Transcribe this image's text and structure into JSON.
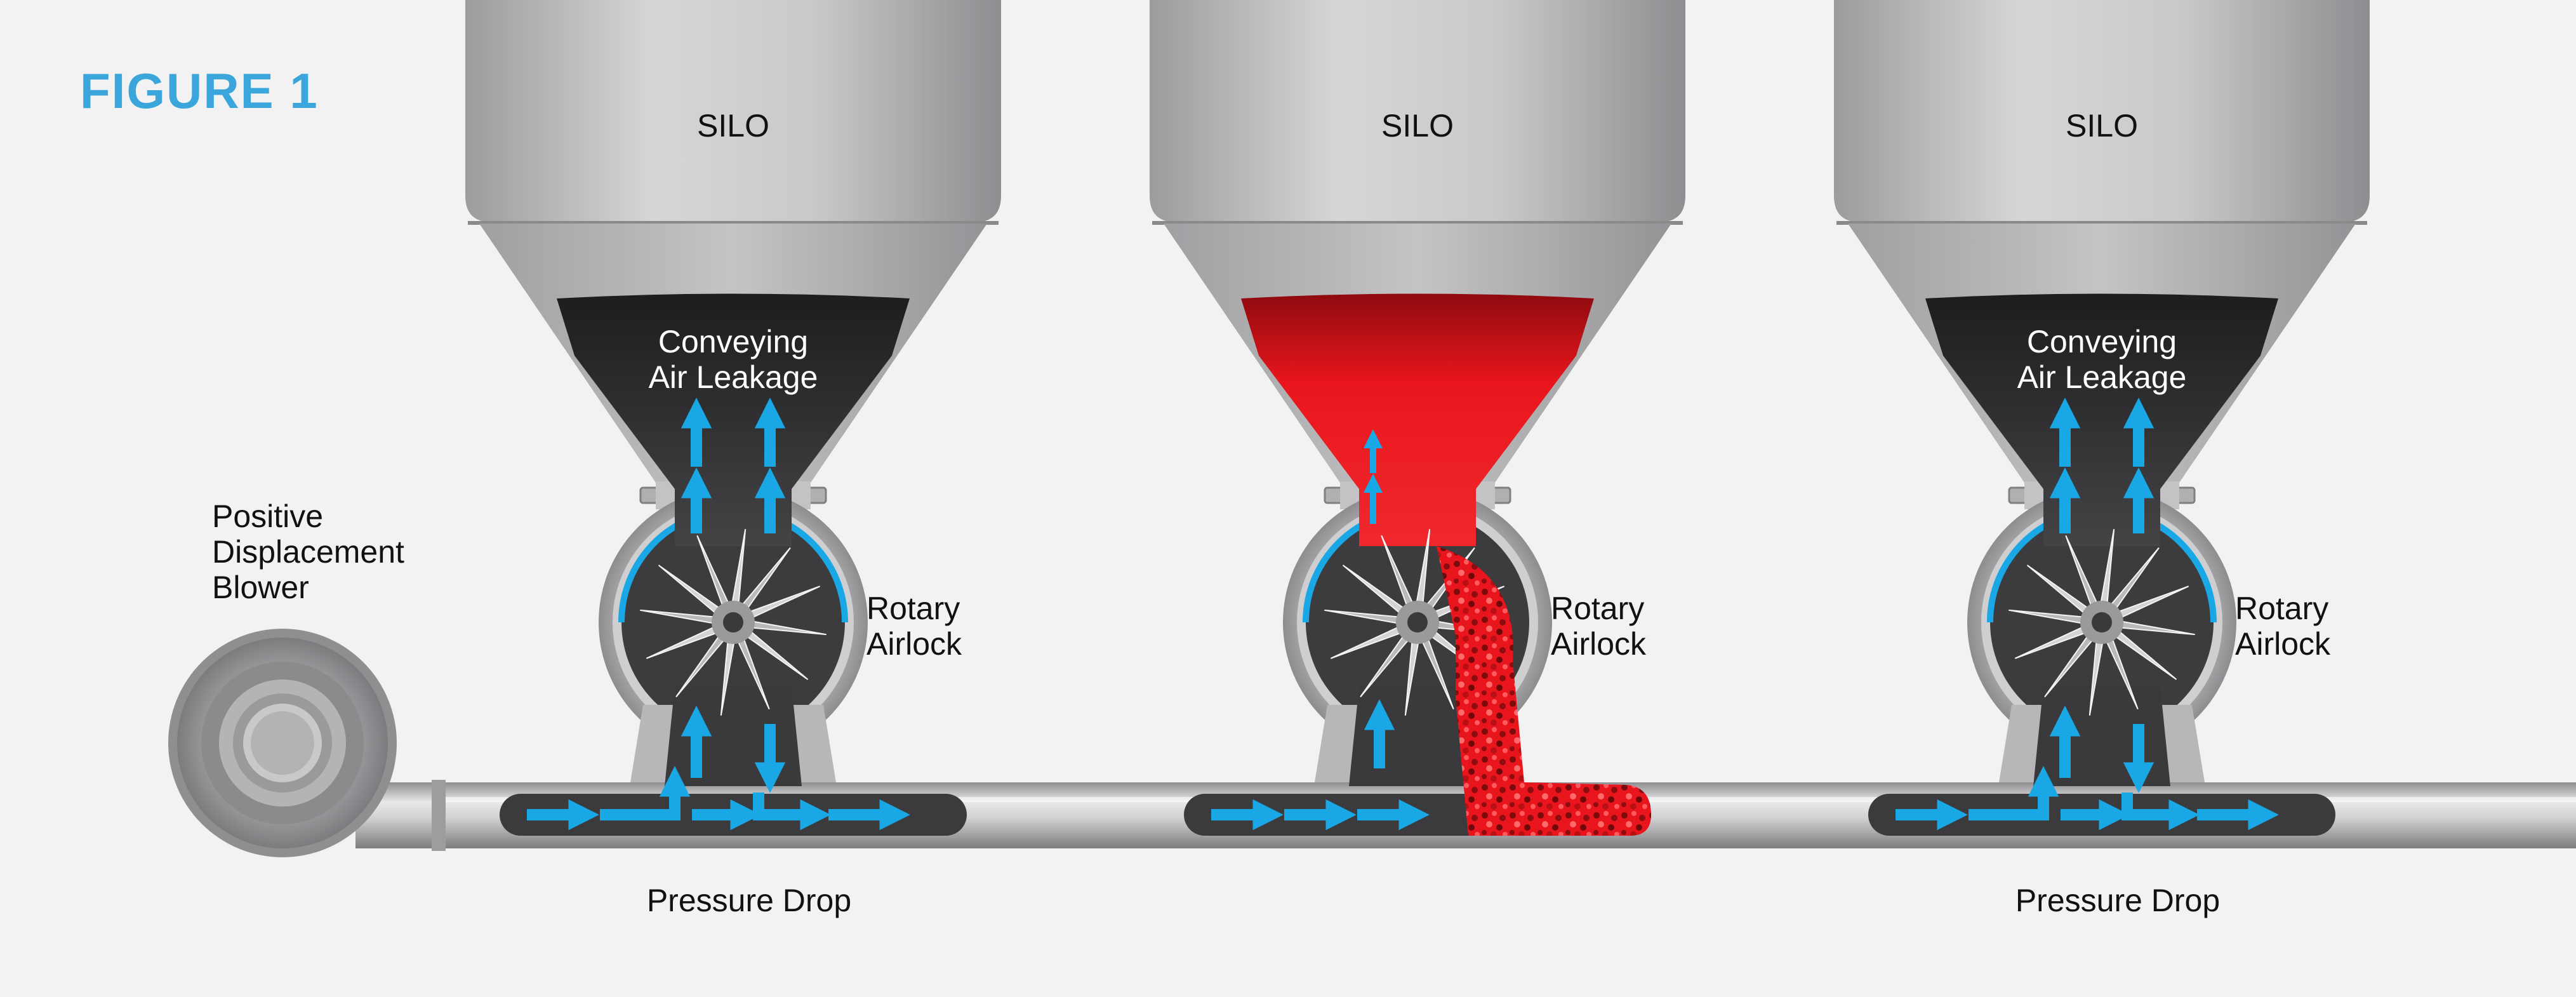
{
  "figure_label": "FIGURE 1",
  "colors": {
    "background": "#f2f2f2",
    "accent_blue": "#1aa7e6",
    "figure_label_blue": "#3aa6dc",
    "product_red": "#e8161c",
    "dark_body": "#3b3b3d",
    "steel_gray": "#b8b8ba"
  },
  "blower": {
    "label_lines": [
      "Positive",
      "Displacement",
      "Blower"
    ]
  },
  "units": [
    {
      "silo_label": "SILO",
      "cone_label_lines": [
        "Conveying",
        "Air Leakage"
      ],
      "airlock_label_lines": [
        "Rotary",
        "Airlock"
      ],
      "bottom_label": "Pressure Drop",
      "state": "air-leakage"
    },
    {
      "silo_label": "SILO",
      "cone_label_lines": [],
      "airlock_label_lines": [
        "Rotary",
        "Airlock"
      ],
      "bottom_label": "",
      "state": "material-flow"
    },
    {
      "silo_label": "SILO",
      "cone_label_lines": [
        "Conveying",
        "Air Leakage"
      ],
      "airlock_label_lines": [
        "Rotary",
        "Airlock"
      ],
      "bottom_label": "Pressure Drop",
      "state": "air-leakage"
    }
  ],
  "icons": {
    "airflow": "arrow-icon",
    "rotor": "rotor-icon",
    "blower": "blower-icon"
  }
}
